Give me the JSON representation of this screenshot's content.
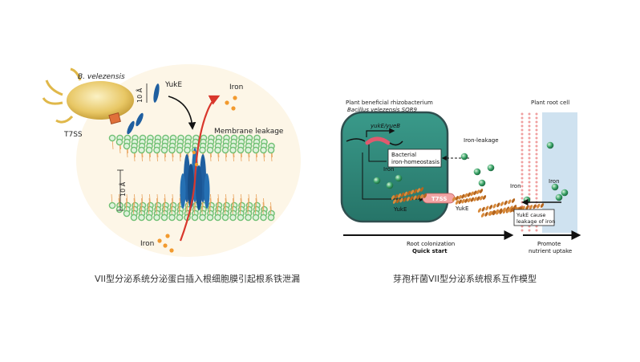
{
  "left_panel": {
    "organism": "B. velezensis",
    "secretion_label": "T7SS",
    "protein_label": "YukE",
    "iron_top": "Iron",
    "iron_bottom": "Iron",
    "event_label": "Membrane leakage",
    "scale_top": "10 Å",
    "scale_side": "10 Å",
    "caption": "VII型分泌系统分泌蛋白插入根细胞膜引起根系铁泄漏"
  },
  "right_panel": {
    "bacterium_title": "Plant beneficial rhizobacterium",
    "bacterium_subtitle": "Bacillus velezensis SQR9",
    "root_cell_title": "Plant root cell",
    "gene_label": "yukE/yueB",
    "homeostasis_line1": "Bacterial",
    "homeostasis_line2": "iron-homeostasis",
    "iron_leakage": "Iron-leakage",
    "iron_inside": "Iron",
    "iron_root_a": "Iron",
    "iron_root_b": "Iron",
    "t7ss_label": "T7SS",
    "yuke_inside": "YukE",
    "yuke_outside": "YukE",
    "cause_line1": "YukE cause",
    "cause_line2": "leakage of iron",
    "colonization_line1": "Root colonization",
    "colonization_line2": "Quick start",
    "promote_line1": "Promote",
    "promote_line2": "nutrient uptake",
    "caption": "芽孢杆菌VII型分泌系统根系互作模型"
  },
  "colors": {
    "bilayer": "#6fbf73",
    "tail": "#e8a15a",
    "helix": "#1f5fa0",
    "arrow_red": "#d9372c",
    "iron_dot": "#f29a2e",
    "cell_fill": "#2f8c7e",
    "cell_border": "#2f4f4f",
    "root_fill": "#cfe2f0",
    "membrane_dot": "#f0a0a0",
    "iron_sphere": "#2e8b57"
  }
}
